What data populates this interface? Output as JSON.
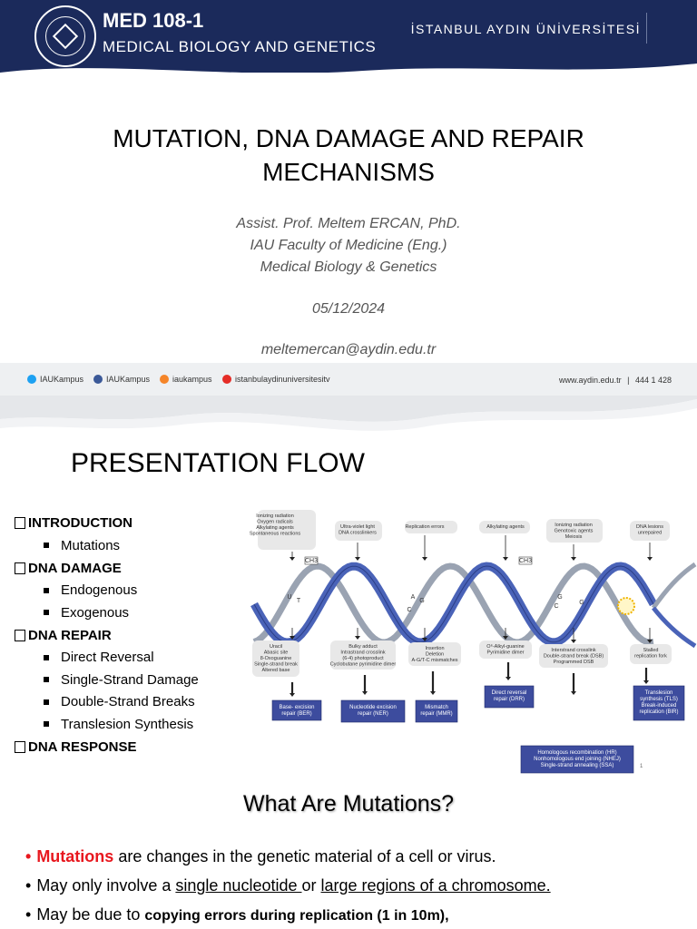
{
  "header": {
    "course_code": "MED 108-1",
    "course_name": "MEDICAL BIOLOGY AND GENETICS",
    "university": "İSTANBUL AYDIN ÜNİVERSİTESİ",
    "logo_alt": "istanbul-aydin-university-seal",
    "bg_color": "#1b2a5b"
  },
  "title_slide": {
    "title_line1": "MUTATION, DNA DAMAGE AND REPAIR",
    "title_line2": "MECHANISMS",
    "author": "Assist. Prof. Meltem ERCAN, PhD.",
    "affiliation": "IAU Faculty of Medicine (Eng.)",
    "department": "Medical Biology & Genetics",
    "date": "05/12/2024",
    "email": "meltemercan@aydin.edu.tr"
  },
  "footer": {
    "twitter": "IAUKampus",
    "facebook": "IAUKampus",
    "instagram": "iaukampus",
    "youtube": "istanbulaydinuniversitesitv",
    "website": "www.aydin.edu.tr",
    "phone": "444 1 428"
  },
  "flow_slide": {
    "title": "PRESENTATION FLOW",
    "sections": [
      {
        "label": "INTRODUCTION",
        "items": [
          "Mutations"
        ]
      },
      {
        "label": "DNA DAMAGE",
        "items": [
          "Endogenous",
          "Exogenous"
        ]
      },
      {
        "label": "DNA REPAIR",
        "items": [
          "Direct Reversal",
          "Single-Strand Damage",
          "Double-Strand Breaks",
          "Translesion Synthesis"
        ]
      },
      {
        "label": "DNA RESPONSE",
        "items": []
      }
    ],
    "page_number": "1",
    "diagram": {
      "causes": [
        [
          "Ionizing radiation",
          "Oxygen radicals",
          "Alkylating agents",
          "Spontaneous reactions"
        ],
        [
          "Ultra-violet light",
          "DNA crosslinkers"
        ],
        [
          "Replication errors"
        ],
        [
          "Alkylating agents"
        ],
        [
          "Ionizing radiation",
          "Genotoxic agents",
          "Meiosis"
        ],
        [
          "DNA lesions",
          "unrepaired"
        ]
      ],
      "lesions": [
        [
          "Uracil",
          "Abasic site",
          "8-Oxoguanine",
          "Single-strand break",
          "Altered base"
        ],
        [
          "Bulky adduct",
          "Intrastrand crosslink",
          "(6-4) photoproduct",
          "Cyclobutane pyrimidine dimer"
        ],
        [
          "Insertion",
          "Deletion",
          "A-G/T-C mismatches"
        ],
        [
          "O⁶-Alkyl-guanine",
          "Pyrimidine dimer"
        ],
        [
          "Interstrand crosslink",
          "Double-strand break (DSB)",
          "Programmed DSB"
        ],
        [
          "Stalled",
          "replication fork"
        ]
      ],
      "repairs": [
        [
          "Base- excision",
          "repair (BER)"
        ],
        [
          "Nucleotide excision",
          "repair (NER)"
        ],
        [
          "Mismatch",
          "repair (MMR)"
        ],
        [
          "Direct reversal",
          "repair (DRR)"
        ],
        [
          "Homologous recombination (HR)",
          "Nonhomologous end joining (NHEJ)",
          "Single-strand annealing (SSA)"
        ],
        [
          "Translesion",
          "synthesis (TLS)",
          "Break-induced",
          "replication (BIR)"
        ]
      ],
      "labels": [
        "U",
        "T",
        "CH3",
        "A",
        "G",
        "C",
        "CH3",
        "G",
        "C",
        "G"
      ],
      "colors": {
        "repair_box": "#3d4c9e",
        "helix_blue": "#4a63b8",
        "cause_box": "#e8e8e8"
      }
    }
  },
  "mutations_slide": {
    "title": "What Are Mutations?",
    "bullet1_keyword": "Mutations",
    "bullet1_rest": " are changes in the genetic material of a cell or virus.",
    "bullet2_a": "May only involve a ",
    "bullet2_b": "single nucleotide ",
    "bullet2_c": "or ",
    "bullet2_d": "large regions of a chromosome.",
    "bullet3_a": "May be due to ",
    "bullet3_b": "copying errors during replication (1 in 10m),"
  }
}
